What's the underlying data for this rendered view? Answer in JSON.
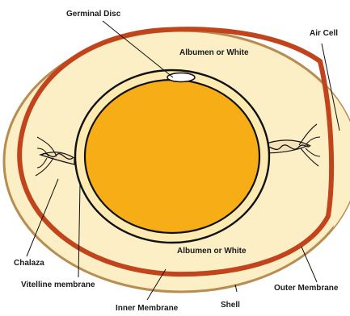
{
  "labels": {
    "germinal_disc": "Germinal Disc",
    "air_cell": "Air Cell",
    "albumen_top": "Albumen or White",
    "albumen_bottom": "Albumen or White",
    "chalaza": "Chalaza",
    "vitelline_membrane": "Vitelline membrane",
    "inner_membrane": "Inner Membrane",
    "shell": "Shell",
    "outer_membrane": "Outer Membrane"
  },
  "colors": {
    "shell_outline": "#b98c52",
    "albumen": "#fcefc5",
    "membrane": "#c2441c",
    "yolk": "#f7ad15",
    "vitelline_ring": "#fdebb2",
    "outline": "#111111",
    "chalaza": "#f6e2b8"
  }
}
